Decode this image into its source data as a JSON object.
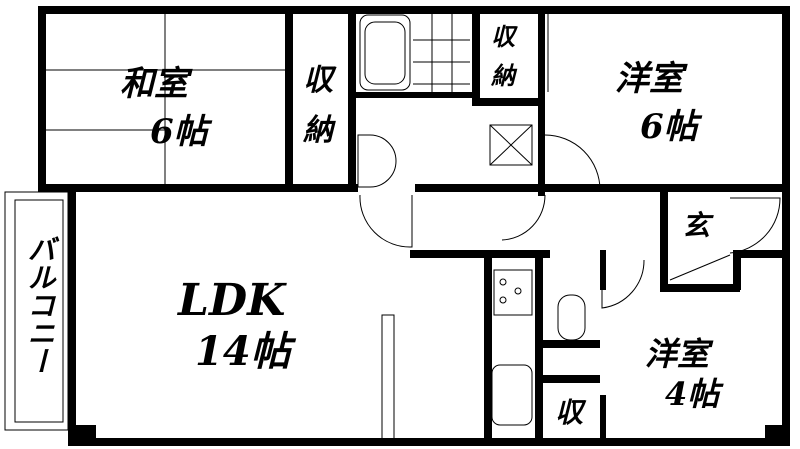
{
  "rooms": {
    "washitsu": {
      "name": "和室",
      "size": "6帖"
    },
    "storage_1": {
      "name_top": "収",
      "name_bottom": "納"
    },
    "storage_2": {
      "name_top": "収",
      "name_bottom": "納"
    },
    "yoshitsu_6": {
      "name": "洋室",
      "size": "6帖"
    },
    "ldk": {
      "name": "LDK",
      "size": "14帖"
    },
    "balcony": {
      "name": "バルコニー"
    },
    "entrance": {
      "name": "玄"
    },
    "yoshitsu_4": {
      "name": "洋室",
      "size": "4帖"
    },
    "storage_3": {
      "name": "収"
    }
  },
  "colors": {
    "wall": "#000000",
    "background": "#ffffff"
  }
}
